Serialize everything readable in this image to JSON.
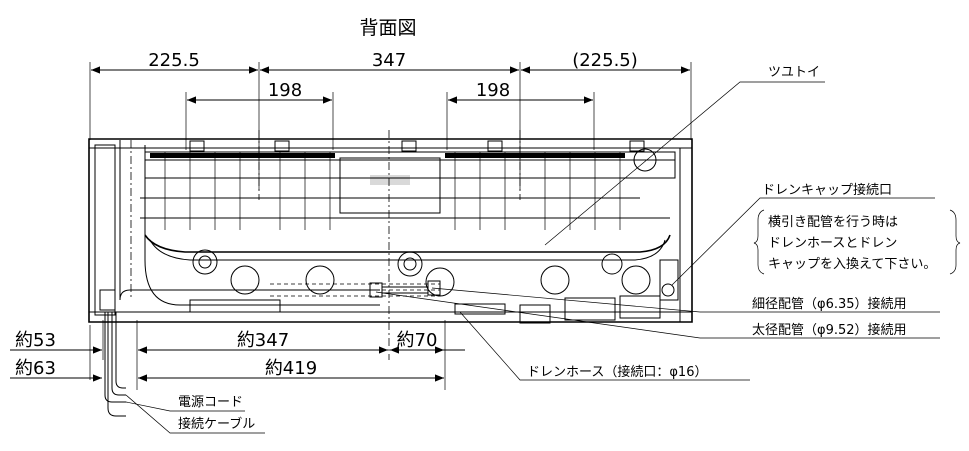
{
  "title": "背面図",
  "dimensions": {
    "top_left": "225.5",
    "top_center": "347",
    "top_right": "(225.5)",
    "inner_left": "198",
    "inner_right": "198",
    "approx_53": "約53",
    "approx_63": "約63",
    "approx_347": "約347",
    "approx_70": "約70",
    "approx_419": "約419"
  },
  "labels": {
    "tsutoi": "ツユトイ",
    "drain_cap_port": "ドレンキャップ接続口",
    "note_line1": "横引き配管を行う時は",
    "note_line2": "ドレンホースとドレン",
    "note_line3": "キャップを入換えて下さい。",
    "thin_pipe": "細径配管（φ6.35）接続用",
    "thick_pipe": "太径配管（φ9.52）接続用",
    "drain_hose": "ドレンホース（接続口：φ16）",
    "power_cord": "電源コード",
    "connect_cable": "接続ケーブル"
  },
  "colors": {
    "line": "#000000",
    "background": "#ffffff"
  }
}
